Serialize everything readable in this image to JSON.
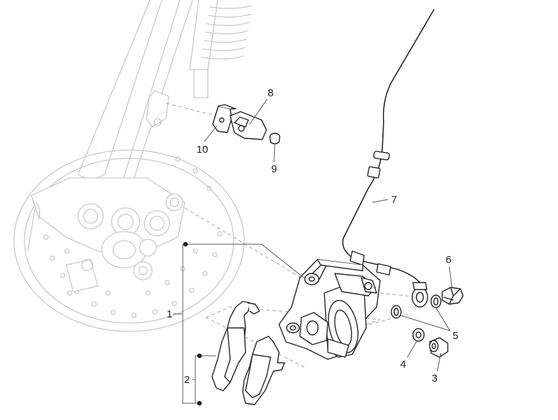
{
  "callouts": {
    "c1": "1",
    "c2": "2",
    "c3": "3",
    "c4": "4",
    "c5": "5",
    "c6": "6",
    "c7": "7",
    "c8": "8",
    "c9": "9",
    "c10": "10"
  },
  "colors": {
    "line": "#222222",
    "ghost": "#c9c9c9",
    "leader": "#555555",
    "background": "#ffffff"
  }
}
